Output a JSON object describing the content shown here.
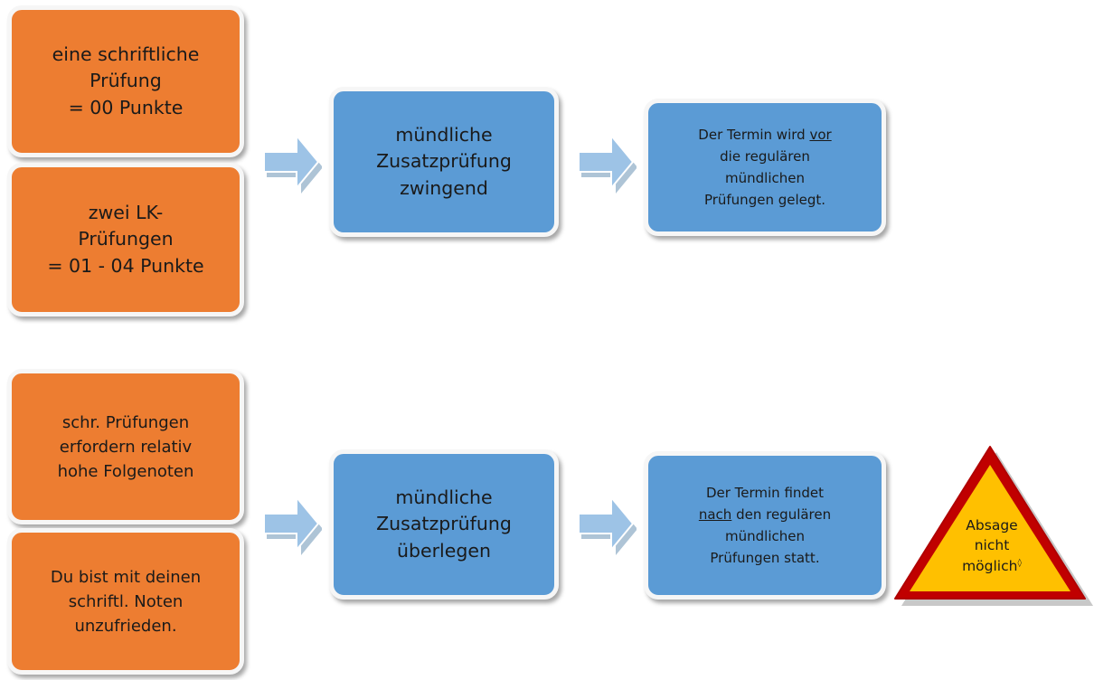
{
  "row1": {
    "box_a": {
      "line1": "eine schriftliche",
      "line2": "Prüfung",
      "line3": "= 00 Punkte"
    },
    "box_b": {
      "line1": "zwei LK-",
      "line2": "Prüfungen",
      "line3": "= 01 - 04 Punkte"
    },
    "middle": {
      "line1": "mündliche",
      "line2": "Zusatzprüfung",
      "line3": "zwingend"
    },
    "result": {
      "pre": "Der Termin wird ",
      "emph": "vor",
      "line2": "die regulären",
      "line3": "mündlichen",
      "line4": "Prüfungen gelegt."
    }
  },
  "row2": {
    "box_a": {
      "line1": "schr. Prüfungen",
      "line2": "erfordern relativ",
      "line3": "hohe Folgenoten"
    },
    "box_b": {
      "line1": "Du bist mit deinen",
      "line2": "schriftl. Noten",
      "line3": "unzufrieden."
    },
    "middle": {
      "line1": "mündliche",
      "line2": "Zusatzprüfung",
      "line3": "überlegen"
    },
    "result": {
      "line1": "Der Termin findet",
      "emph": "nach",
      "post": " den regulären",
      "line3": "mündlichen",
      "line4": "Prüfungen statt."
    }
  },
  "warning": {
    "line1": "Absage",
    "line2": "nicht",
    "line3": "möglich",
    "footnote_mark": "◊"
  },
  "colors": {
    "orange": "#ed7d31",
    "blue": "#5b9bd5",
    "arrow": "#9dc3e6",
    "warning_fill": "#ffc000",
    "warning_border": "#c00000"
  }
}
